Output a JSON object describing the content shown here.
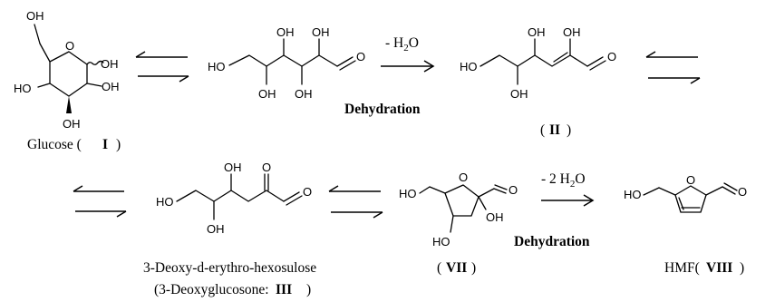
{
  "atoms": {
    "OH": "OH",
    "HO": "HO",
    "O": "O"
  },
  "reagents": {
    "step1": "- H2O",
    "step2": "- 2 H2O"
  },
  "labels": {
    "dehydration": "Dehydration",
    "glucose_name": "Glucose (",
    "glucose_num": "I",
    "close": ")",
    "open": "(",
    "II": "II",
    "deoxy_name": "3-Deoxy-d-erythro-hexosulose",
    "deoxy_alias": "(3-Deoxyglucosone: ",
    "III": "III",
    "VII": "VII",
    "hmf_name": "HMF(",
    "VIII": "VIII"
  }
}
